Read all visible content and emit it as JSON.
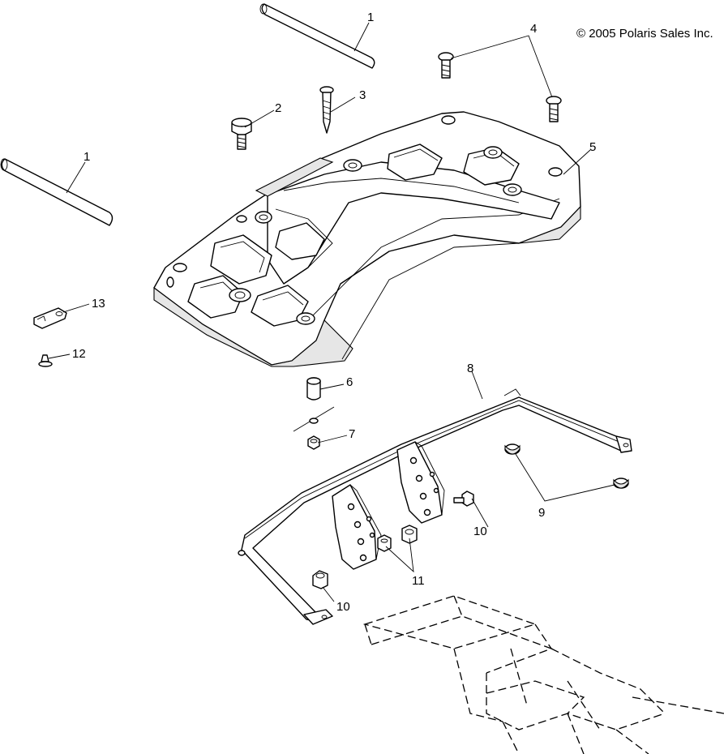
{
  "copyright": "© 2005 Polaris Sales Inc.",
  "callouts": {
    "c1a": "1",
    "c1b": "1",
    "c2": "2",
    "c3": "3",
    "c4": "4",
    "c5": "5",
    "c6": "6",
    "c7": "7",
    "c8": "8",
    "c9": "9",
    "c10a": "10",
    "c10b": "10",
    "c11": "11",
    "c12": "12",
    "c13": "13"
  }
}
